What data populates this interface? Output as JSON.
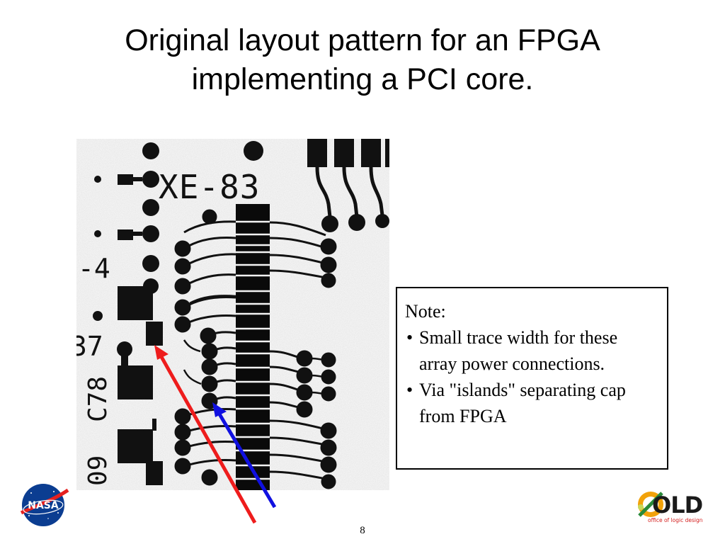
{
  "slide": {
    "title_lines": [
      "Original layout pattern for an FPGA",
      "implementing a PCI core."
    ],
    "page_number": "8"
  },
  "photo": {
    "labels": {
      "part_label": "XE-83",
      "side_label_top": "-4",
      "side_label_mid": "37",
      "side_label_c78": "C78",
      "side_label_bottom": "09"
    }
  },
  "note": {
    "heading": "Note:",
    "bullets": [
      "Small trace width for these array power connections.",
      "Via \"islands\" separating cap from FPGA"
    ]
  },
  "arrows": {
    "colors": {
      "red": "#ee1c1c",
      "blue": "#1010e0"
    }
  },
  "logos": {
    "nasa": {
      "text": "NASA"
    },
    "old": {
      "text": "OLD",
      "tagline": "office of logic design"
    }
  }
}
